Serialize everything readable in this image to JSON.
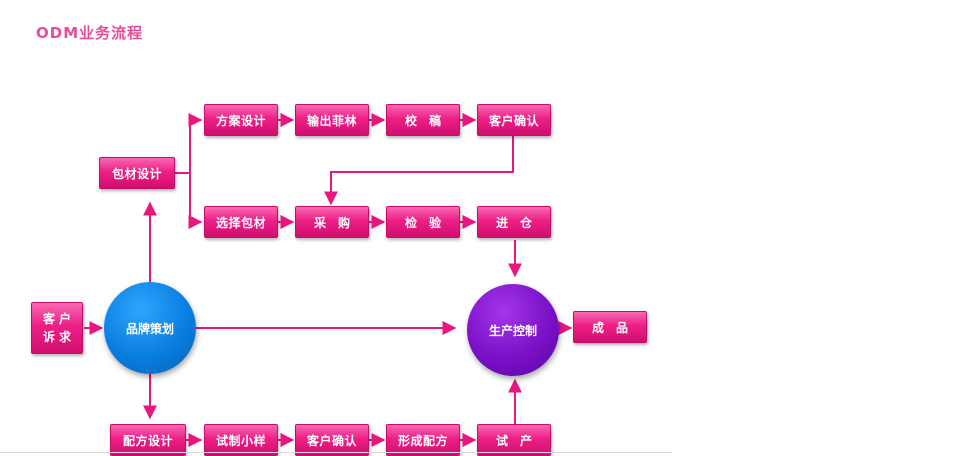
{
  "title": "ODM业务流程",
  "colors": {
    "accent": "#ea4b9a",
    "box": "#ed1f86",
    "brand_circle": "#0a7ee0",
    "production_circle": "#7a10c8"
  },
  "nodes": {
    "request": "客户\n诉求",
    "brand": "品牌策划",
    "packaging": "包材设计",
    "plan": "方案设计",
    "film": "输出菲林",
    "proof": "校　稿",
    "confirm_top": "客户确认",
    "choose": "选择包材",
    "purchase": "采　购",
    "inspect": "检　验",
    "warehouse": "进　仓",
    "production": "生产控制",
    "product": "成　品",
    "formula": "配方设计",
    "sample": "试制小样",
    "confirm_bottom": "客户确认",
    "final_formula": "形成配方",
    "trial": "试　产"
  }
}
